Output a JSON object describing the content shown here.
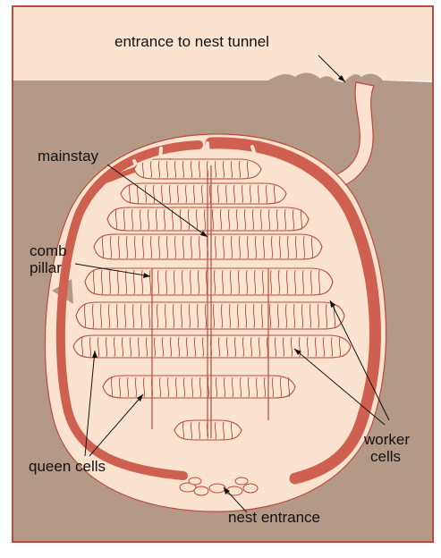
{
  "labels": {
    "entrance_tunnel": "entrance to nest tunnel",
    "mainstay": "mainstay",
    "comb_pillar_line1": "comb",
    "comb_pillar_line2": "pillar",
    "worker_cells_line1": "worker",
    "worker_cells_line2": "cells",
    "queen_cells": "queen cells",
    "nest_entrance": "nest entrance"
  },
  "colors": {
    "sky": "#fbe3cf",
    "soil": "#b49a86",
    "envelope": "#cf5f4f",
    "comb_fill": "#fce6d2",
    "cell_line": "#b84a3e",
    "outline": "#c0483c",
    "text": "#111111"
  }
}
